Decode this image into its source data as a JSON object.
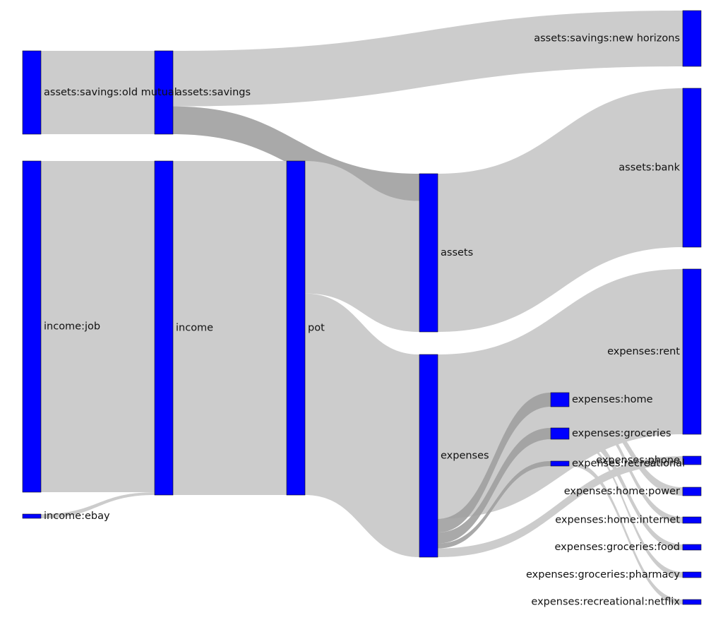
{
  "chart_data": {
    "type": "sankey",
    "colors": {
      "node": "#0000ff",
      "node_stroke": "#111111",
      "link": "#cccccc",
      "link_highlight": "#a0a0a0"
    },
    "nodes": [
      {
        "id": "old_mutual",
        "label": "assets:savings:old mutual",
        "column": 0
      },
      {
        "id": "job",
        "label": "income:job",
        "column": 0
      },
      {
        "id": "ebay",
        "label": "income:ebay",
        "column": 0
      },
      {
        "id": "savings",
        "label": "assets:savings",
        "column": 1
      },
      {
        "id": "income",
        "label": "income",
        "column": 1
      },
      {
        "id": "pot",
        "label": "pot",
        "column": 2
      },
      {
        "id": "assets",
        "label": "assets",
        "column": 3
      },
      {
        "id": "expenses",
        "label": "expenses",
        "column": 3
      },
      {
        "id": "home",
        "label": "expenses:home",
        "column": 4
      },
      {
        "id": "groceries",
        "label": "expenses:groceries",
        "column": 4
      },
      {
        "id": "recreational",
        "label": "expenses:recreational",
        "column": 4
      },
      {
        "id": "new_horizons",
        "label": "assets:savings:new horizons",
        "column": 5
      },
      {
        "id": "bank",
        "label": "assets:bank",
        "column": 5
      },
      {
        "id": "rent",
        "label": "expenses:rent",
        "column": 5
      },
      {
        "id": "phone",
        "label": "expenses:phone",
        "column": 5
      },
      {
        "id": "power",
        "label": "expenses:home:power",
        "column": 5
      },
      {
        "id": "internet",
        "label": "expenses:home:internet",
        "column": 5
      },
      {
        "id": "food",
        "label": "expenses:groceries:food",
        "column": 5
      },
      {
        "id": "pharmacy",
        "label": "expenses:groceries:pharmacy",
        "column": 5
      },
      {
        "id": "netflix",
        "label": "expenses:recreational:netflix",
        "column": 5
      }
    ],
    "links": [
      {
        "source": "old_mutual",
        "target": "savings",
        "value": 30
      },
      {
        "source": "job",
        "target": "income",
        "value": 120
      },
      {
        "source": "ebay",
        "target": "income",
        "value": 1
      },
      {
        "source": "savings",
        "target": "new_horizons",
        "value": 20
      },
      {
        "source": "savings",
        "target": "assets",
        "value": 10
      },
      {
        "source": "income",
        "target": "pot",
        "value": 121
      },
      {
        "source": "pot",
        "target": "assets",
        "value": 48
      },
      {
        "source": "pot",
        "target": "expenses",
        "value": 73
      },
      {
        "source": "assets",
        "target": "bank",
        "value": 58
      },
      {
        "source": "expenses",
        "target": "rent",
        "value": 60
      },
      {
        "source": "expenses",
        "target": "home",
        "value": 5
      },
      {
        "source": "expenses",
        "target": "groceries",
        "value": 4
      },
      {
        "source": "expenses",
        "target": "recreational",
        "value": 1.8
      },
      {
        "source": "expenses",
        "target": "phone",
        "value": 3.2
      },
      {
        "source": "home",
        "target": "power",
        "value": 3
      },
      {
        "source": "home",
        "target": "internet",
        "value": 2
      },
      {
        "source": "groceries",
        "target": "food",
        "value": 3
      },
      {
        "source": "groceries",
        "target": "pharmacy",
        "value": 1
      },
      {
        "source": "recreational",
        "target": "netflix",
        "value": 1.8
      }
    ]
  }
}
